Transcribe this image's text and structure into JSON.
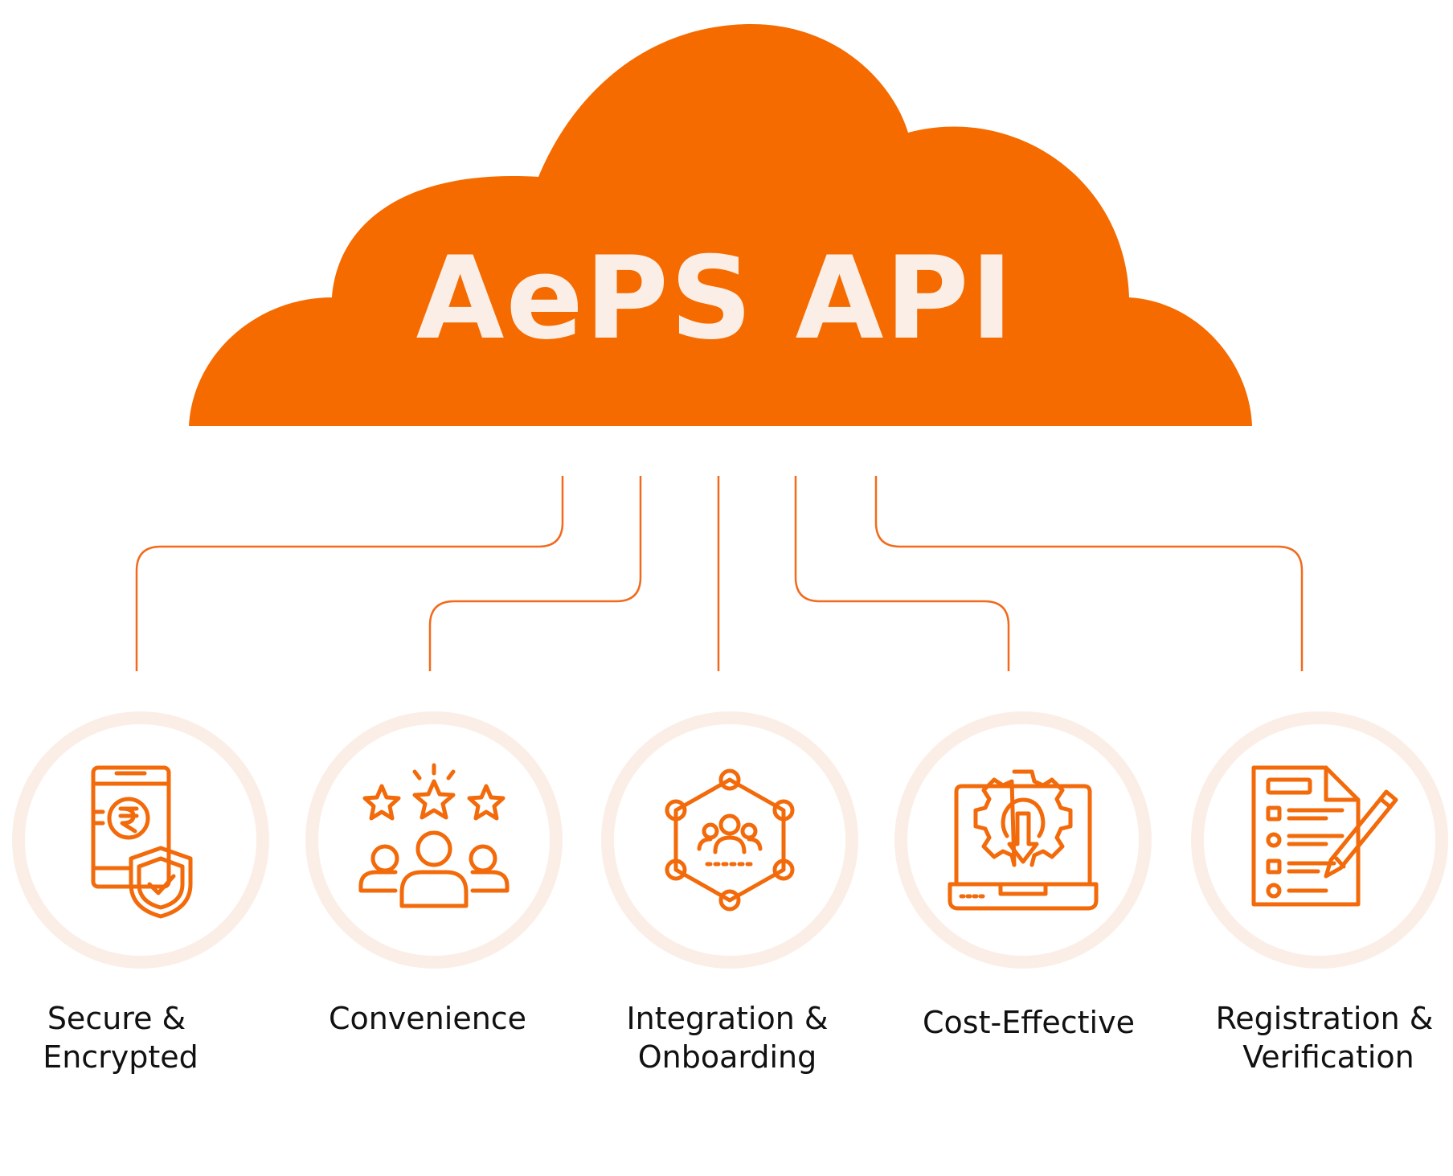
{
  "title": "AePS API",
  "colors": {
    "accent": "#f56b00",
    "ring": "#fbeee6",
    "title_text": "#fbeee6",
    "label_text": "#111111"
  },
  "features": [
    {
      "lines": [
        "Secure &",
        "Encrypted"
      ],
      "icon": "phone-rupee-shield-icon"
    },
    {
      "lines": [
        "Convenience"
      ],
      "icon": "stars-users-icon"
    },
    {
      "lines": [
        "Integration &",
        "Onboarding"
      ],
      "icon": "network-people-icon"
    },
    {
      "lines": [
        "Cost-Effective"
      ],
      "icon": "laptop-gear-download-icon"
    },
    {
      "lines": [
        "Registration &",
        "Verification"
      ],
      "icon": "checklist-pencil-icon"
    }
  ]
}
